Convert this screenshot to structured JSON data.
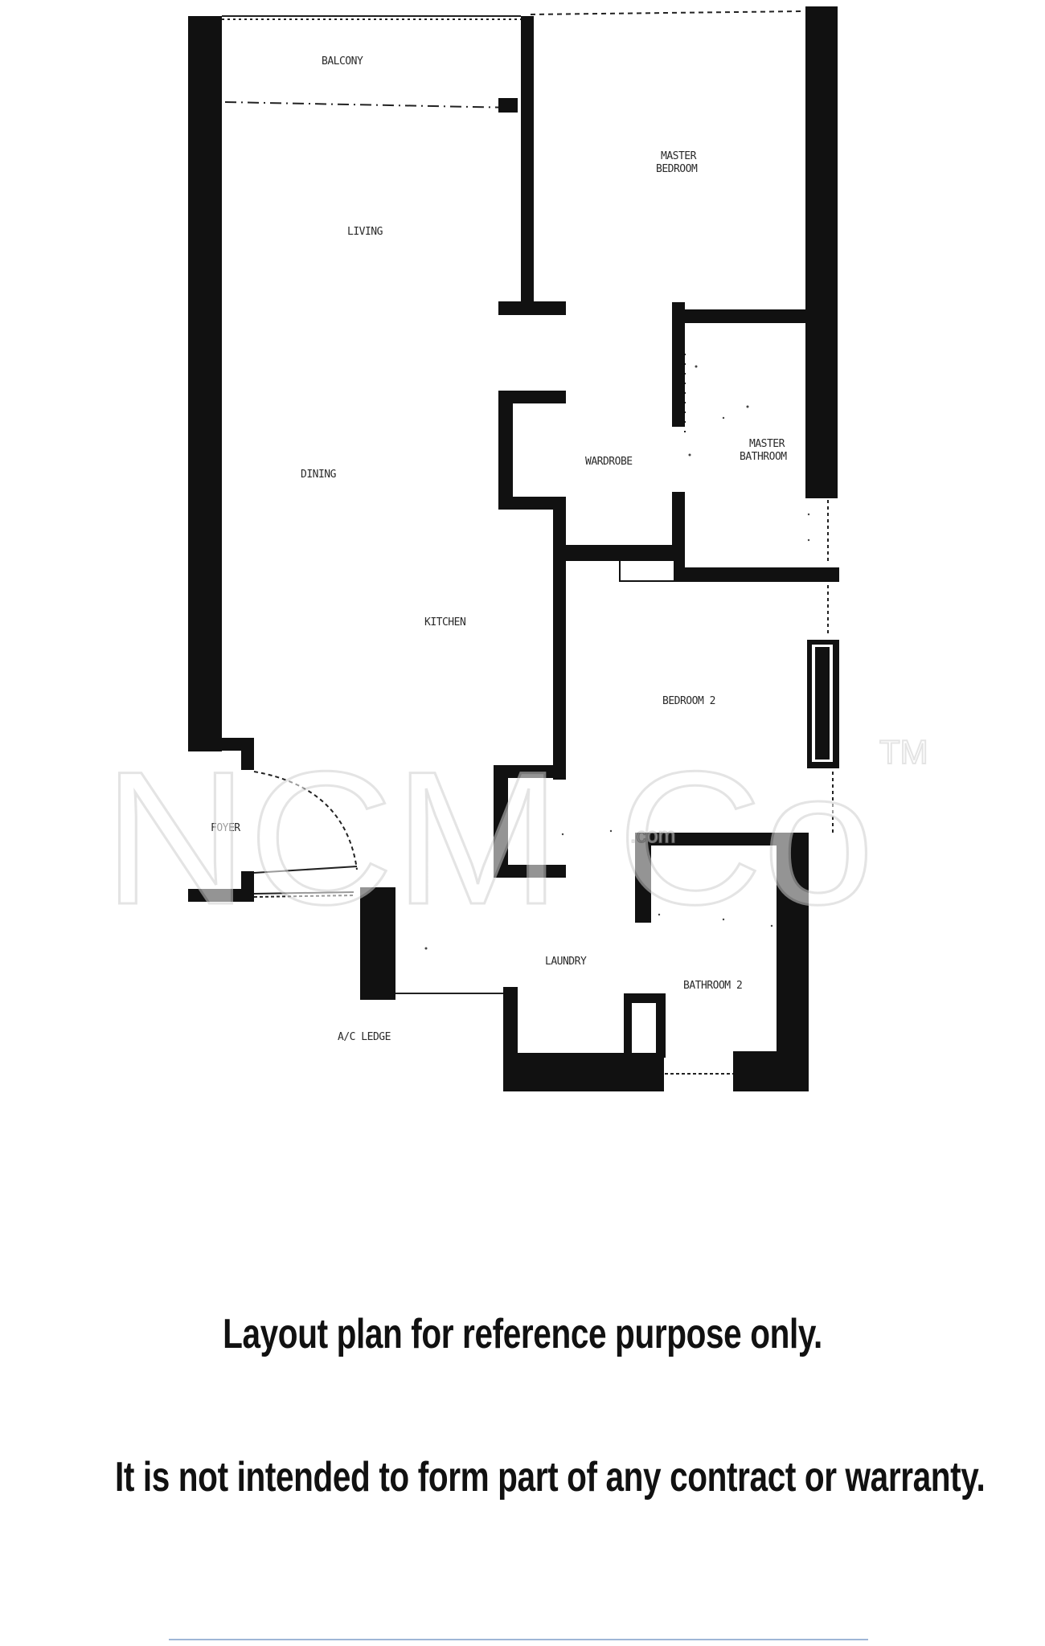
{
  "rooms": {
    "balcony": "BALCONY",
    "living": "LIVING",
    "master_bedroom_1": "MASTER",
    "master_bedroom_2": "BEDROOM",
    "master_bathroom_1": "MASTER",
    "master_bathroom_2": "BATHROOM",
    "wardrobe": "WARDROBE",
    "dining": "DINING",
    "kitchen": "KITCHEN",
    "bedroom_2": "BEDROOM 2",
    "foyer": "FOYER",
    "laundry": "LAUNDRY",
    "bathroom_2": "BATHROOM 2",
    "ac_ledge": "A/C LEDGE"
  },
  "watermark": {
    "logo_text": "NCM Co",
    "trademark": "TM",
    "site": ".com"
  },
  "disclaimer": {
    "line1": "Layout plan for reference purpose only.",
    "line2": "It is not intended to form part of any contract or warranty."
  },
  "colors": {
    "wall": "#111111",
    "watermark": "#e2e2e2",
    "rule": "#9fb6d6"
  }
}
